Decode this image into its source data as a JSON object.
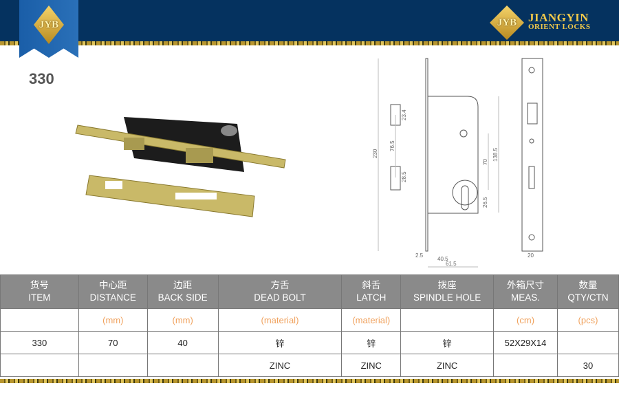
{
  "header": {
    "logo_text": "JYB",
    "brand_line1": "JIANGYIN",
    "brand_line2": "ORIENT LOCKS"
  },
  "product": {
    "model": "330"
  },
  "drawing": {
    "dims": [
      "230",
      "23.4",
      "76.5",
      "28.5",
      "70",
      "138.5",
      "26.5",
      "2.5",
      "40.5",
      "61.5",
      "20"
    ]
  },
  "table": {
    "headers": [
      {
        "cn": "货号",
        "en": "ITEM"
      },
      {
        "cn": "中心距",
        "en": "DISTANCE"
      },
      {
        "cn": "边距",
        "en": "BACK SIDE"
      },
      {
        "cn": "方舌",
        "en": "DEAD BOLT"
      },
      {
        "cn": "斜舌",
        "en": "LATCH"
      },
      {
        "cn": "拨座",
        "en": "SPINDLE HOLE"
      },
      {
        "cn": "外箱尺寸",
        "en": "MEAS."
      },
      {
        "cn": "数量",
        "en": "QTY/CTN"
      }
    ],
    "units": [
      "",
      "(mm)",
      "(mm)",
      "(material)",
      "(material)",
      "",
      "(cm)",
      "(pcs)"
    ],
    "row1": [
      "330",
      "70",
      "40",
      "锌",
      "锌",
      "锌",
      "52X29X14",
      ""
    ],
    "row2": [
      "",
      "",
      "",
      "ZINC",
      "ZINC",
      "ZINC",
      "",
      "30"
    ]
  }
}
